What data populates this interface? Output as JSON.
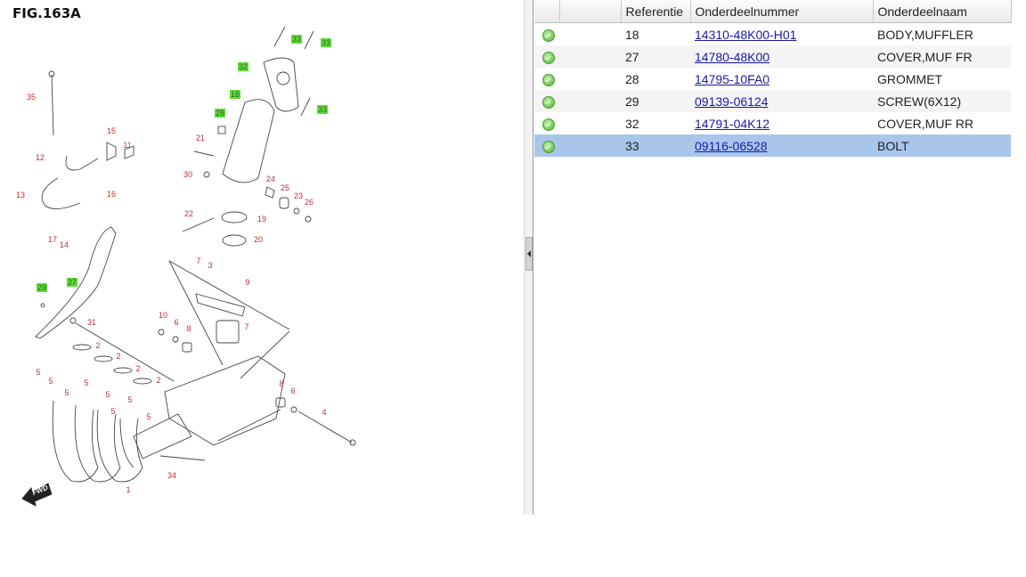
{
  "diagram": {
    "title": "FIG.163A",
    "fwd_label": "FWD",
    "callouts": [
      {
        "n": "33",
        "hl": true
      },
      {
        "n": "33",
        "hl": true
      },
      {
        "n": "32",
        "hl": true
      },
      {
        "n": "18",
        "hl": true
      },
      {
        "n": "28",
        "hl": true
      },
      {
        "n": "33",
        "hl": true
      },
      {
        "n": "35",
        "hl": false
      },
      {
        "n": "15",
        "hl": false
      },
      {
        "n": "11",
        "hl": false
      },
      {
        "n": "12",
        "hl": false
      },
      {
        "n": "16",
        "hl": false
      },
      {
        "n": "13",
        "hl": false
      },
      {
        "n": "21",
        "hl": false
      },
      {
        "n": "30",
        "hl": false
      },
      {
        "n": "24",
        "hl": false
      },
      {
        "n": "25",
        "hl": false
      },
      {
        "n": "23",
        "hl": false
      },
      {
        "n": "26",
        "hl": false
      },
      {
        "n": "22",
        "hl": false
      },
      {
        "n": "19",
        "hl": false
      },
      {
        "n": "20",
        "hl": false
      },
      {
        "n": "17",
        "hl": false
      },
      {
        "n": "14",
        "hl": false
      },
      {
        "n": "7",
        "hl": false
      },
      {
        "n": "3",
        "hl": false
      },
      {
        "n": "9",
        "hl": false
      },
      {
        "n": "7",
        "hl": false
      },
      {
        "n": "29",
        "hl": true
      },
      {
        "n": "27",
        "hl": true
      },
      {
        "n": "31",
        "hl": false
      },
      {
        "n": "10",
        "hl": false
      },
      {
        "n": "6",
        "hl": false
      },
      {
        "n": "8",
        "hl": false
      },
      {
        "n": "2",
        "hl": false
      },
      {
        "n": "2",
        "hl": false
      },
      {
        "n": "2",
        "hl": false
      },
      {
        "n": "2",
        "hl": false
      },
      {
        "n": "5",
        "hl": false
      },
      {
        "n": "5",
        "hl": false
      },
      {
        "n": "5",
        "hl": false
      },
      {
        "n": "5",
        "hl": false
      },
      {
        "n": "5",
        "hl": false
      },
      {
        "n": "5",
        "hl": false
      },
      {
        "n": "5",
        "hl": false
      },
      {
        "n": "5",
        "hl": false
      },
      {
        "n": "8",
        "hl": false
      },
      {
        "n": "6",
        "hl": false
      },
      {
        "n": "4",
        "hl": false
      },
      {
        "n": "34",
        "hl": false
      },
      {
        "n": "1",
        "hl": false
      }
    ]
  },
  "table": {
    "columns": [
      "",
      "",
      "Referentie",
      "Onderdeelnummer",
      "Onderdeelnaam"
    ],
    "rows": [
      {
        "ref": "18",
        "part": "14310-48K00-H01",
        "name": "BODY,MUFFLER",
        "status": "check-icon"
      },
      {
        "ref": "27",
        "part": "14780-48K00",
        "name": "COVER,MUF FR",
        "status": "check-icon"
      },
      {
        "ref": "28",
        "part": "14795-10FA0",
        "name": "GROMMET",
        "status": "check-icon"
      },
      {
        "ref": "29",
        "part": "09139-06124",
        "name": "SCREW(6X12)",
        "status": "check-icon"
      },
      {
        "ref": "32",
        "part": "14791-04K12",
        "name": "COVER,MUF RR",
        "status": "check-icon"
      },
      {
        "ref": "33",
        "part": "09116-06528",
        "name": "BOLT",
        "status": "check-icon"
      }
    ],
    "selected_row": 5
  },
  "colors": {
    "highlight": "#5fdc3a",
    "callout": "#b8323a",
    "selected": "#a8c6ec",
    "link": "#1a1aa6"
  }
}
